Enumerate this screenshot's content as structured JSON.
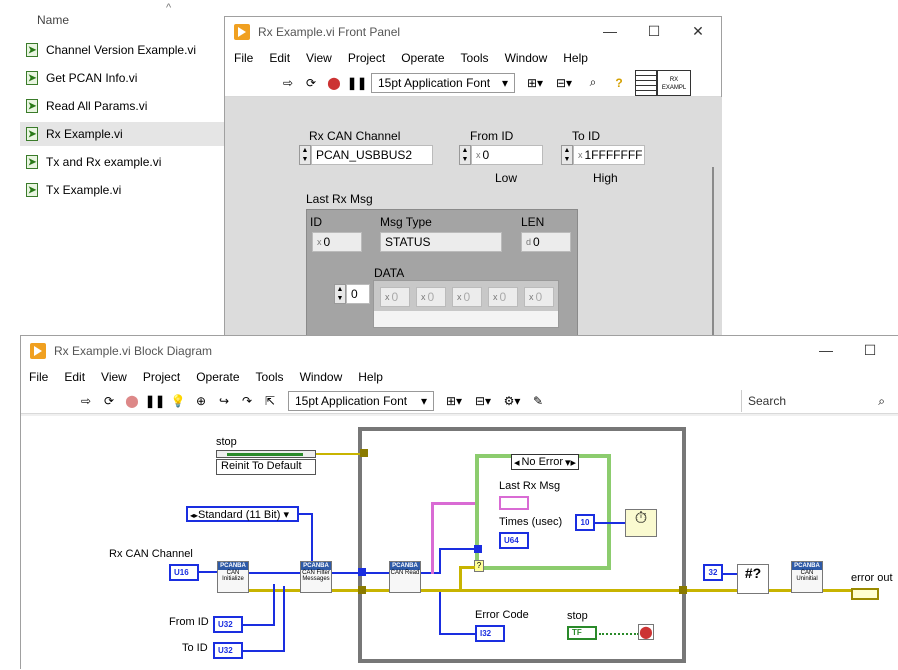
{
  "explorer": {
    "column_name": "Name",
    "files": [
      {
        "label": "Channel Version Example.vi"
      },
      {
        "label": "Get PCAN Info.vi"
      },
      {
        "label": "Read All Params.vi"
      },
      {
        "label": "Rx Example.vi",
        "selected": true
      },
      {
        "label": "Tx and Rx example.vi"
      },
      {
        "label": "Tx Example.vi"
      }
    ]
  },
  "front_panel": {
    "title": "Rx Example.vi Front Panel",
    "menu": [
      "File",
      "Edit",
      "View",
      "Project",
      "Operate",
      "Tools",
      "Window",
      "Help"
    ],
    "font_dropdown": "15pt Application Font",
    "vi_icon_text": "RX EXAMPL",
    "rx_can_channel": {
      "label": "Rx CAN Channel",
      "value": "PCAN_USBBUS2"
    },
    "from_id": {
      "label": "From ID",
      "value": "0",
      "caption": "Low"
    },
    "to_id": {
      "label": "To ID",
      "value": "1FFFFFFF",
      "caption": "High"
    },
    "last_rx_msg": {
      "label": "Last Rx Msg",
      "id_label": "ID",
      "id_value": "0",
      "msg_type_label": "Msg Type",
      "msg_type_value": "STATUS",
      "len_label": "LEN",
      "len_value": "0",
      "data_label": "DATA",
      "data_index": "0",
      "data_values": [
        "0",
        "0",
        "0",
        "0",
        "0"
      ]
    }
  },
  "block_diagram": {
    "title": "Rx Example.vi Block Diagram",
    "menu": [
      "File",
      "Edit",
      "View",
      "Project",
      "Operate",
      "Tools",
      "Window",
      "Help"
    ],
    "font_dropdown": "15pt Application Font",
    "search_placeholder": "Search",
    "stop_top_label": "stop",
    "reinit_label": "Reinit To Default",
    "standard_enum": "Standard (11 Bit)",
    "rx_can_channel_label": "Rx CAN Channel",
    "u16": "U16",
    "from_id_label": "From ID",
    "to_id_label": "To ID",
    "u32": "U32",
    "node_initialize": {
      "hdr": "PCANBA",
      "text": "CAN Initialize"
    },
    "node_filter": {
      "hdr": "PCANBA",
      "text": "CAN Filter Messages"
    },
    "node_read": {
      "hdr": "PCANBA",
      "text": "CAN Read"
    },
    "node_uninit": {
      "hdr": "PCANBA",
      "text": "CAN Uninitial"
    },
    "case_selector": "No Error",
    "last_rx_msg_label": "Last Rx Msg",
    "times_label": "Times (usec)",
    "u64": "U64",
    "wait_const": "10",
    "error_code_label": "Error Code",
    "i32": "I32",
    "stop_label": "stop",
    "tf": "TF",
    "const_32": "32",
    "error_out_label": "error out"
  }
}
